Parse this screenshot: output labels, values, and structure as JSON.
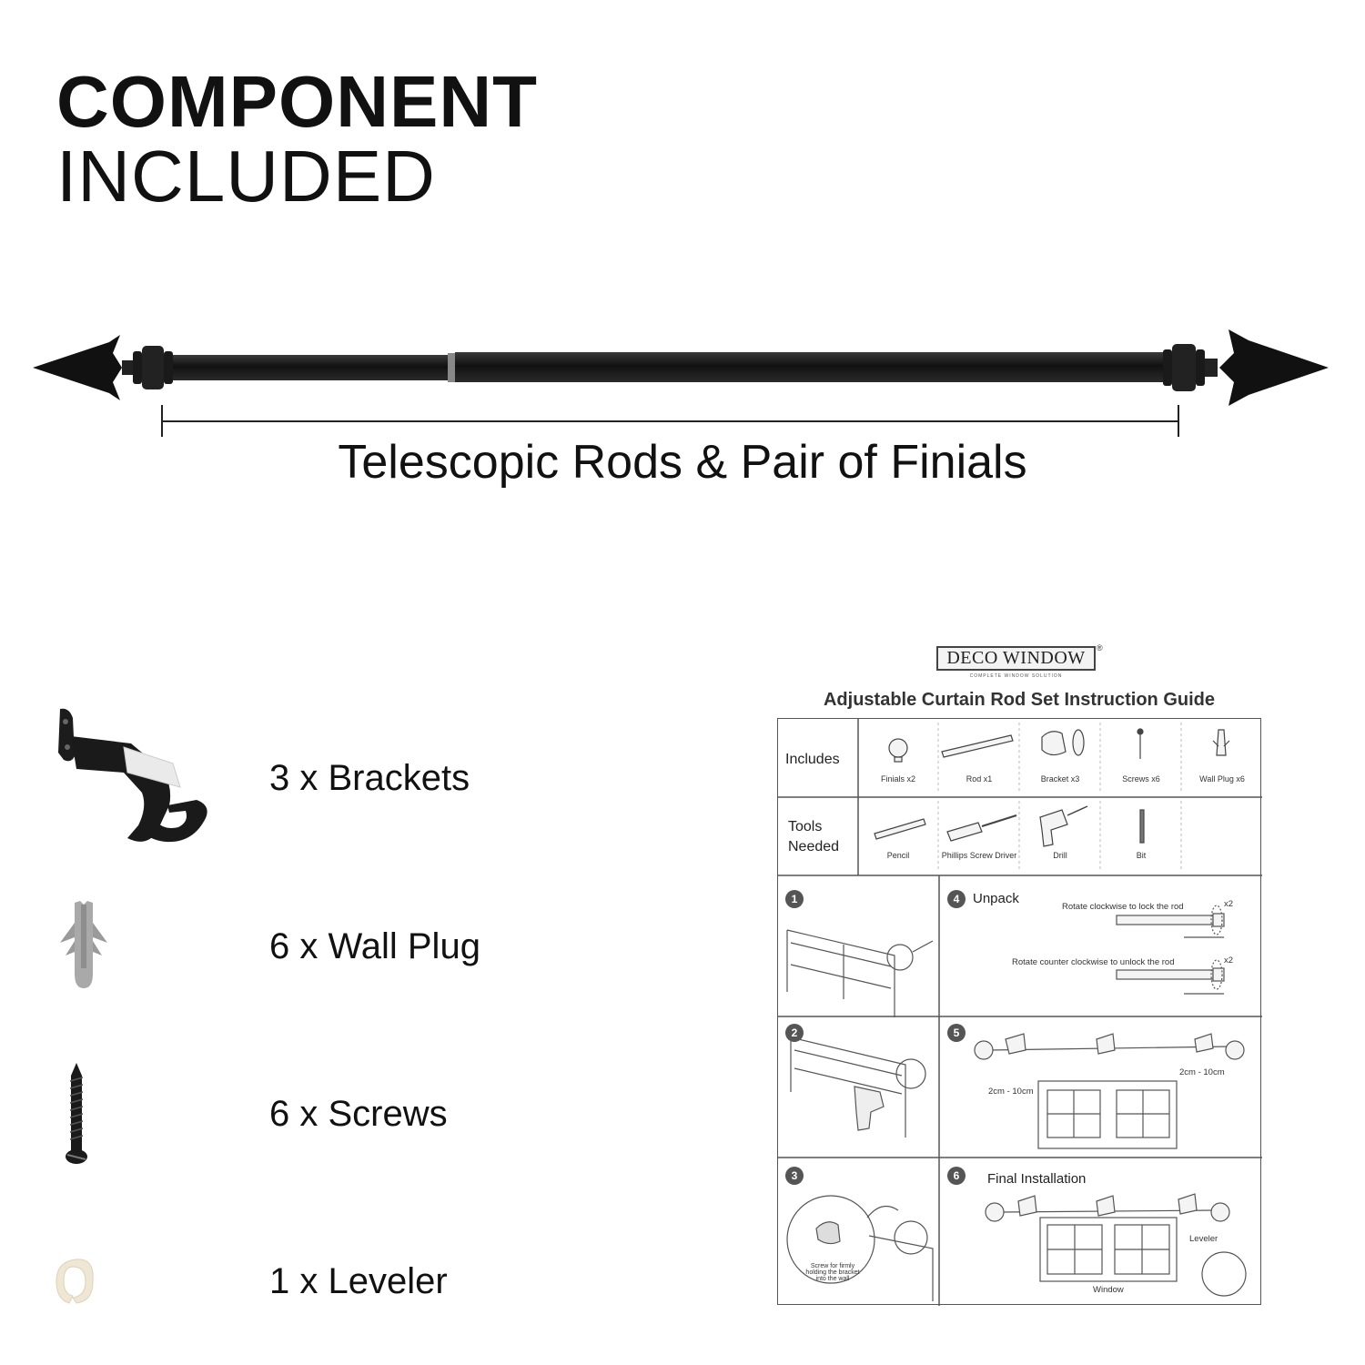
{
  "title": {
    "line1": "COMPONENT",
    "line2": "INCLUDED"
  },
  "rod": {
    "caption": "Telescopic Rods & Pair of Finials"
  },
  "components": [
    {
      "label": "3 x Brackets",
      "icon": "bracket-icon"
    },
    {
      "label": "6 x Wall Plug",
      "icon": "wall-plug-icon"
    },
    {
      "label": "6 x Screws",
      "icon": "screw-icon"
    },
    {
      "label": "1 x Leveler",
      "icon": "leveler-icon"
    }
  ],
  "guide": {
    "brand": "DECO WINDOW",
    "brand_reg": "®",
    "brand_tagline": "COMPLETE WINDOW SOLUTION",
    "title": "Adjustable Curtain Rod Set Instruction Guide",
    "includes_label": "Includes",
    "includes": [
      "Finials x2",
      "Rod x1",
      "Bracket x3",
      "Screws x6",
      "Wall Plug x6"
    ],
    "tools_label": "Tools\nNeeded",
    "tools": [
      "Pencil",
      "Phillips Screw Driver",
      "Drill",
      "Bit"
    ],
    "steps": {
      "s1": "1",
      "s2": "2",
      "s3": "3",
      "s3_note": "Screw for firmly holding the bracket into the wall",
      "s4": "4",
      "s4_title": "Unpack",
      "s4_lock": "Rotate clockwise to lock the rod",
      "s4_unlock": "Rotate counter clockwise to unlock the rod",
      "s4_times": "x2",
      "s5": "5",
      "s5_gap_left": "2cm - 10cm",
      "s5_gap_right": "2cm - 10cm",
      "s6": "6",
      "s6_title": "Final Installation",
      "s6_leveler": "Leveler",
      "s6_window": "Window"
    }
  },
  "colors": {
    "rod": "#1a1a1a",
    "plug": "#a9a9a9",
    "leveler": "#efe6d4",
    "badge": "#555555"
  }
}
